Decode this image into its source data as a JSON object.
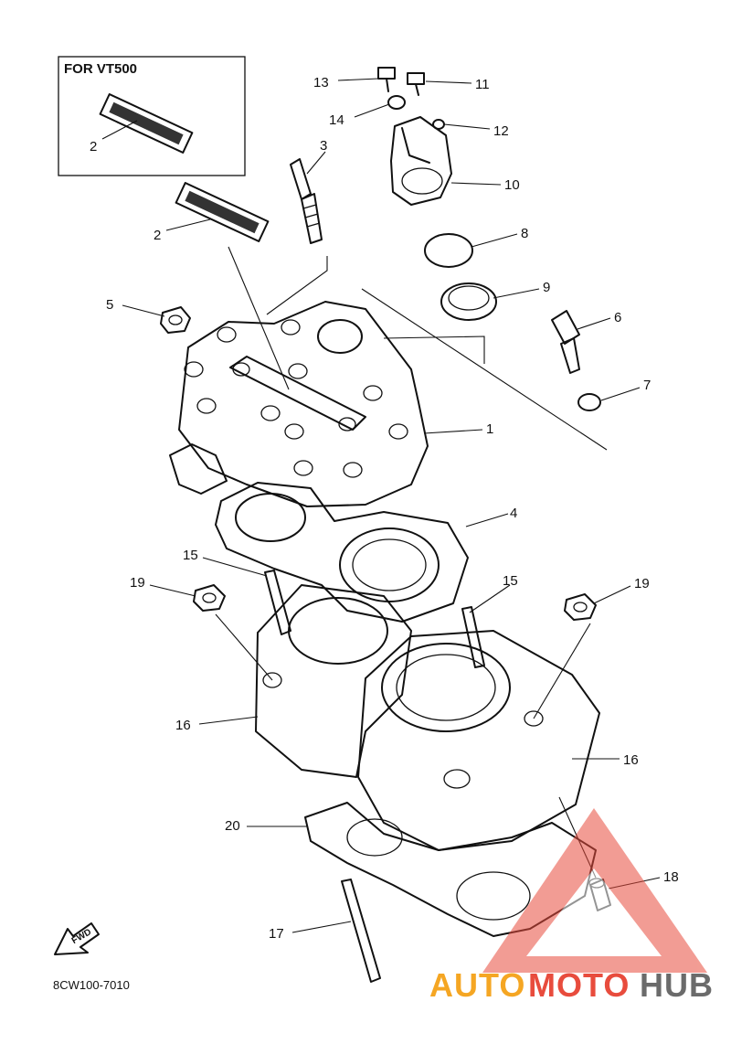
{
  "inset": {
    "title": "FOR VT500"
  },
  "callouts": {
    "c1": "1",
    "c2a": "2",
    "c2b": "2",
    "c3": "3",
    "c4": "4",
    "c5": "5",
    "c6": "6",
    "c7": "7",
    "c8": "8",
    "c9": "9",
    "c10": "10",
    "c11": "11",
    "c12": "12",
    "c13": "13",
    "c14": "14",
    "c15a": "15",
    "c15b": "15",
    "c16a": "16",
    "c16b": "16",
    "c17": "17",
    "c18": "18",
    "c19a": "19",
    "c19b": "19",
    "c20": "20"
  },
  "forward_arrow": {
    "label": "FWD"
  },
  "diagram_code": "8CW100-7010",
  "watermark": {
    "part1": "AUTO",
    "part2": "MOTO",
    "part3": "HUB",
    "colors": {
      "orange": "#f5a623",
      "red": "#e84c3d",
      "grey": "#6b6b6b"
    }
  }
}
